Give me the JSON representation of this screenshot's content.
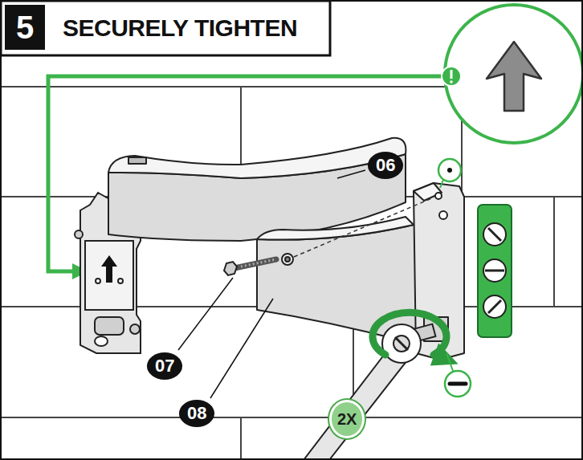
{
  "diagram": {
    "title": "SECURELY TIGHTEN",
    "labels": [
      "5",
      "06",
      "07",
      "08",
      "2X"
    ]
  }
}
